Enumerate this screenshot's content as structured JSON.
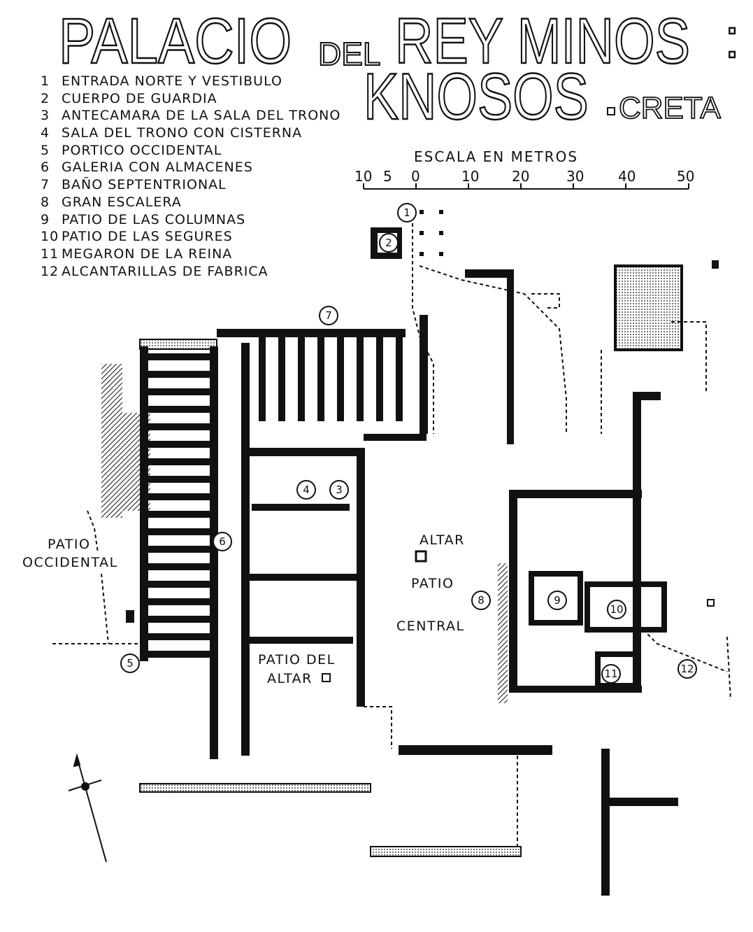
{
  "title": {
    "line1_a": "PALACIO",
    "line1_b": "DEL",
    "line1_c": "REY MINOS",
    "line1_colon": ":",
    "line2_a": "KNOSOS",
    "line2_b": "CRETA"
  },
  "legend": [
    {
      "n": "1",
      "label": "ENTRADA NORTE Y VESTIBULO"
    },
    {
      "n": "2",
      "label": "CUERPO DE GUARDIA"
    },
    {
      "n": "3",
      "label": "ANTECAMARA DE LA SALA DEL TRONO"
    },
    {
      "n": "4",
      "label": "SALA DEL TRONO CON CISTERNA"
    },
    {
      "n": "5",
      "label": "PORTICO OCCIDENTAL"
    },
    {
      "n": "6",
      "label": "GALERIA CON ALMACENES"
    },
    {
      "n": "7",
      "label": "BAÑO SEPTENTRIONAL"
    },
    {
      "n": "8",
      "label": "GRAN ESCALERA"
    },
    {
      "n": "9",
      "label": "PATIO DE LAS COLUMNAS"
    },
    {
      "n": "10",
      "label": "PATIO DE LAS SEGURES"
    },
    {
      "n": "11",
      "label": "MEGARON DE LA REINA"
    },
    {
      "n": "12",
      "label": "ALCANTARILLAS DE FABRICA"
    }
  ],
  "scale": {
    "title": "ESCALA EN METROS",
    "ticks": [
      "10",
      "5",
      "0",
      "10",
      "20",
      "30",
      "40",
      "50"
    ]
  },
  "labels": {
    "patio_occidental_1": "PATIO",
    "patio_occidental_2": "OCCIDENTAL",
    "altar": "ALTAR",
    "patio_central_1": "PATIO",
    "patio_central_2": "CENTRAL",
    "patio_altar_1": "PATIO DEL",
    "patio_altar_2": "ALTAR"
  },
  "markers": [
    "1",
    "2",
    "3",
    "4",
    "5",
    "6",
    "7",
    "8",
    "9",
    "10",
    "11",
    "12"
  ]
}
